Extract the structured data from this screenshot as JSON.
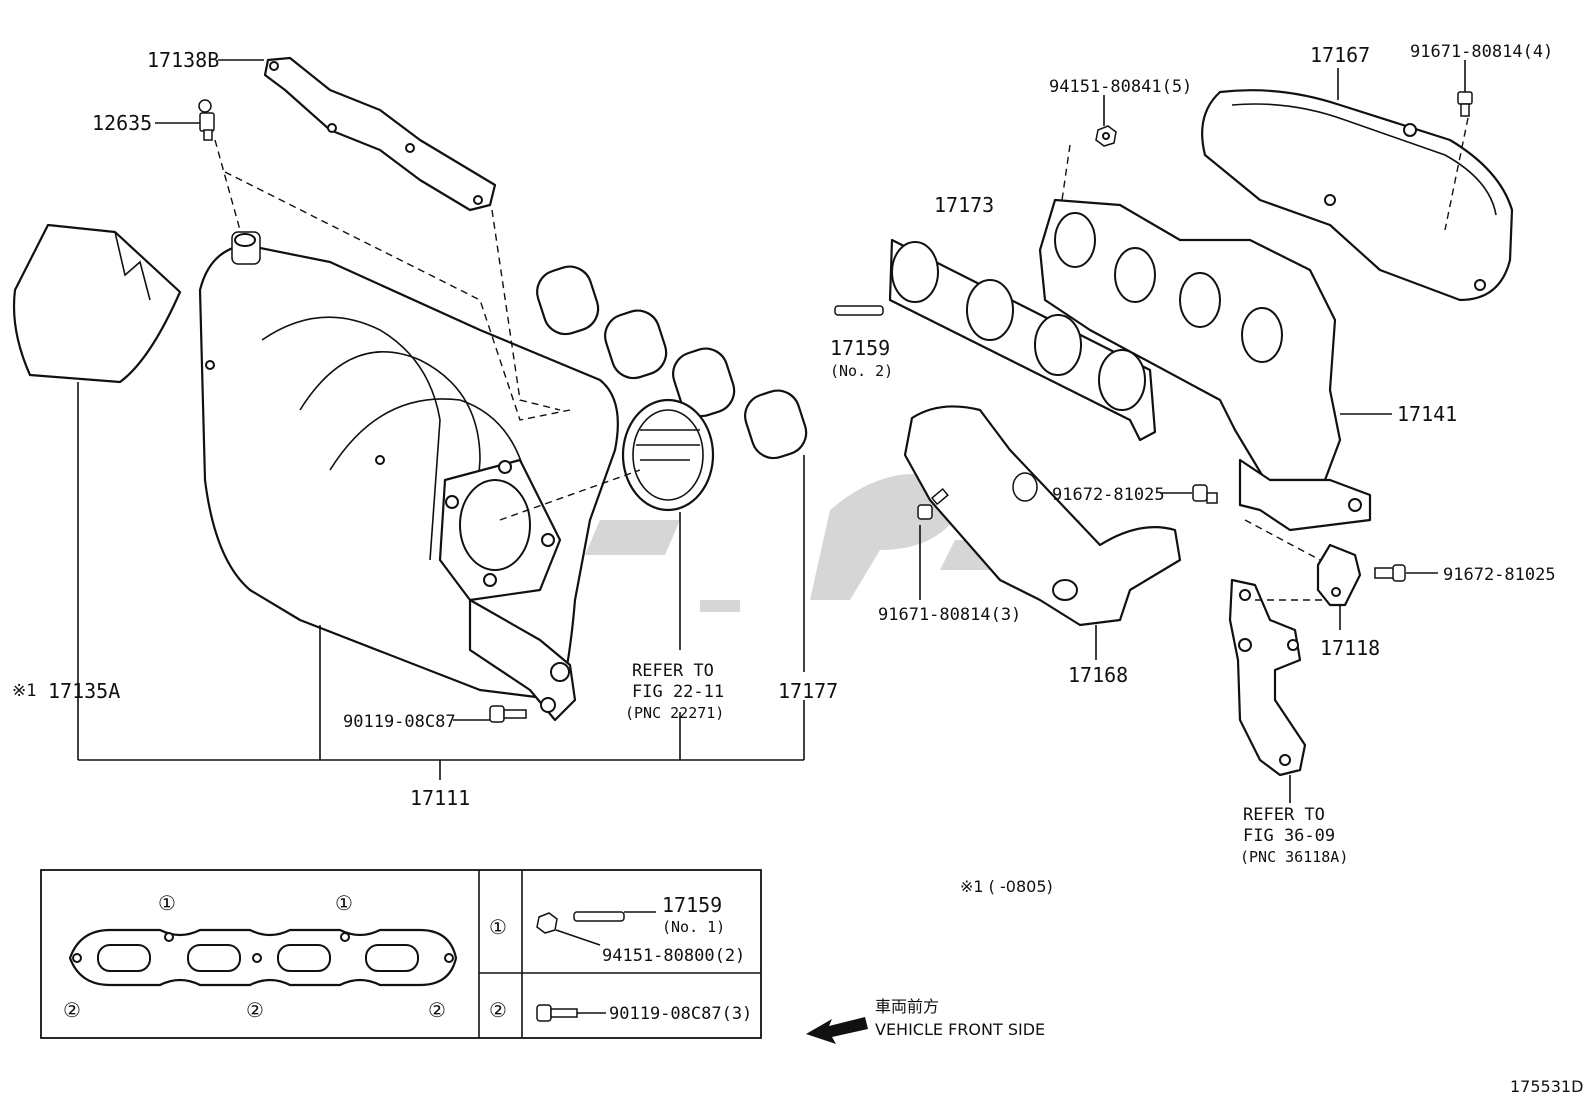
{
  "callouts": {
    "p17138B": "17138B",
    "p12635": "12635",
    "p17135A": "17135A",
    "p17135A_mark": "※1",
    "p90119_08C87": "90119-08C87",
    "p17111": "17111",
    "p17177": "17177",
    "refer_22_line1": "REFER TO",
    "refer_22_line2": "FIG 22-11",
    "refer_22_line3": "(PNC 22271)",
    "p17159_no2": "17159",
    "p17159_no2_sub": "(No. 2)",
    "p17173": "17173",
    "p94151_80841": "94151-80841(5)",
    "p17167": "17167",
    "p91671_80814_4": "91671-80814(4)",
    "p17141": "17141",
    "p91672_81025_a": "91672-81025",
    "p91671_80814_3": "91671-80814(3)",
    "p17168": "17168",
    "p91672_81025_b": "91672-81025",
    "p17118": "17118",
    "refer_36_line1": "REFER TO",
    "refer_36_line2": "FIG 36-09",
    "refer_36_line3": "(PNC 36118A)",
    "footnote": "※1 (    -0805)"
  },
  "legend": {
    "marker_1": "①",
    "marker_2": "②",
    "row1_part": "17159",
    "row1_sub": "(No. 1)",
    "row1_nut": "94151-80800(2)",
    "row2_bolt": "90119-08C87(3)"
  },
  "direction": {
    "label_jp": "車両前方",
    "label_en": "VEHICLE FRONT SIDE"
  },
  "diagram_id": "175531D"
}
